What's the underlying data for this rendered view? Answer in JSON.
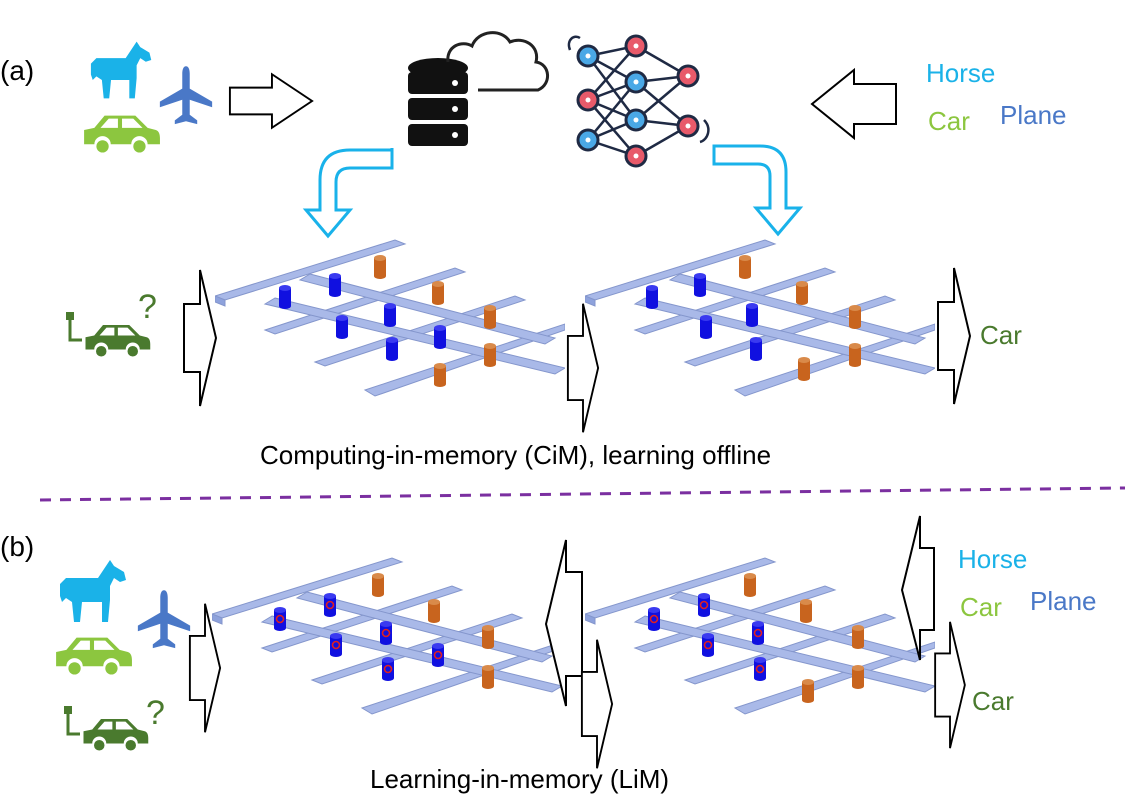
{
  "panel_a": {
    "label": "(a)",
    "labels": {
      "horse": "Horse",
      "car": "Car",
      "plane": "Plane"
    },
    "output": "Car",
    "caption": "Computing-in-memory (CiM), learning offline"
  },
  "panel_b": {
    "label": "(b)",
    "labels": {
      "horse": "Horse",
      "car": "Car",
      "plane": "Plane"
    },
    "output": "Car",
    "caption": "Learning-in-memory (LiM)"
  },
  "query_mark": "?",
  "colors": {
    "horse": "#1ab2e8",
    "car_light": "#8cc63f",
    "plane": "#4a78c7",
    "car_dark": "#4a7a2e",
    "bar": "#a9b9e8",
    "cell_blue": "#1010e0",
    "cell_orange": "#c8641e",
    "callout": "#19b2ea",
    "divider": "#7b2fa0"
  },
  "icons": [
    "horse-icon",
    "plane-icon",
    "car-icon",
    "electric-car-icon",
    "database-icon",
    "cloud-icon",
    "neural-network-icon"
  ]
}
